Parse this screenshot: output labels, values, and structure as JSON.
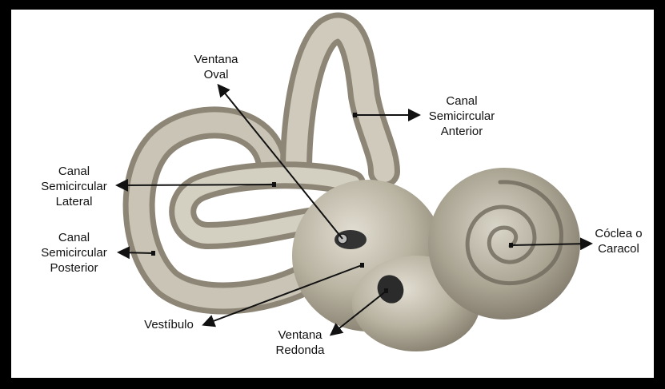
{
  "labels": {
    "ventana_oval": [
      "Ventana",
      "Oval"
    ],
    "canal_anterior": [
      "Canal",
      "Semicircular",
      "Anterior"
    ],
    "canal_lateral": [
      "Canal",
      "Semicircular",
      "Lateral"
    ],
    "canal_posterior": [
      "Canal",
      "Semicircular",
      "Posterior"
    ],
    "coclea": [
      "Cóclea o",
      "Caracol"
    ],
    "vestibulo": [
      "Vestíbulo"
    ],
    "ventana_redonda": [
      "Ventana",
      "Redonda"
    ]
  },
  "colors": {
    "frame": "#000000",
    "background": "#ffffff",
    "bone_light": "#d8d4c6",
    "bone_mid": "#b6b09f",
    "bone_dark": "#8d8676",
    "arrow": "#111111"
  }
}
